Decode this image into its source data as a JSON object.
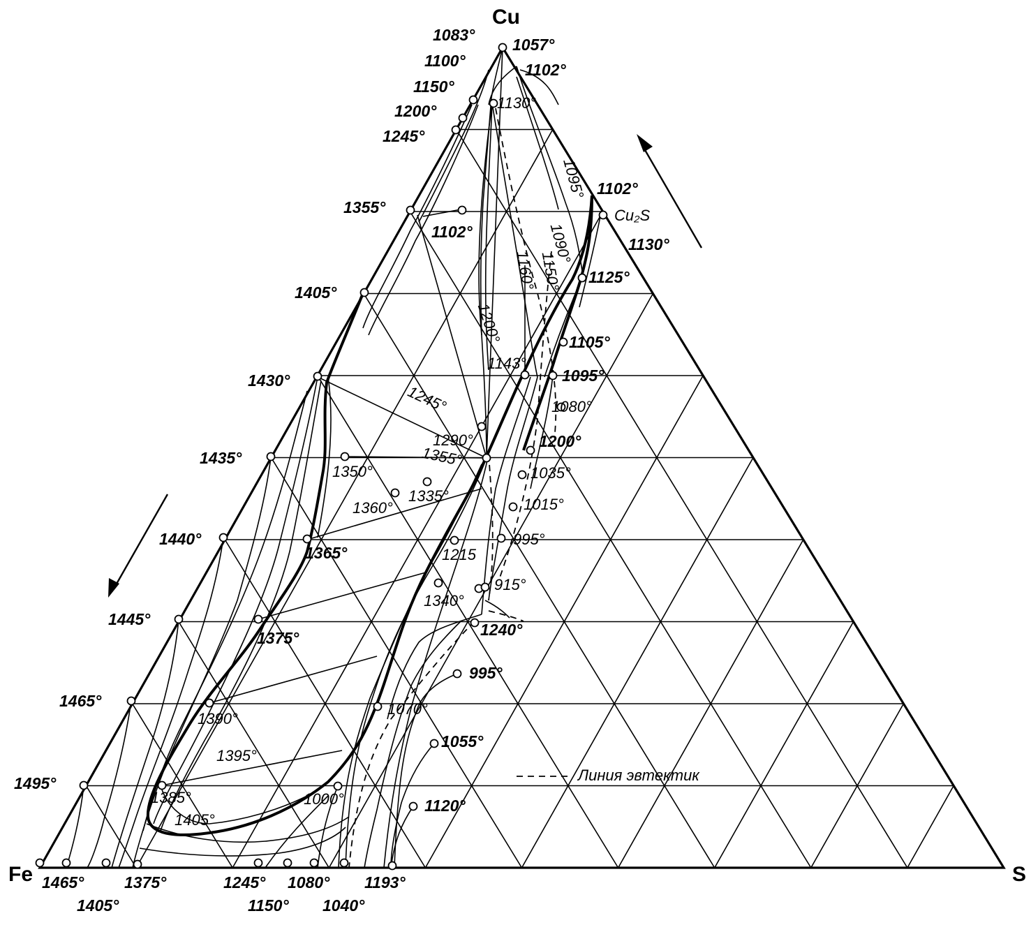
{
  "corners": {
    "top": "Cu",
    "left": "Fe",
    "right": "S"
  },
  "compound_label": "Cu₂S",
  "legend_text": "Линия эвтектик",
  "left_edge_temps": [
    "1083°",
    "1100°",
    "1150°",
    "1200°",
    "1245°",
    "1355°",
    "1405°",
    "1430°",
    "1435°",
    "1440°",
    "1445°",
    "1465°",
    "1495°"
  ],
  "bottom_edge_temps": [
    "1465°",
    "1405°",
    "1375°",
    "1245°",
    "1150°",
    "1080°",
    "1040°",
    "1193°"
  ],
  "top_right_temps": [
    "1057°",
    "1102°",
    "1130°",
    "1102°",
    "1130°"
  ],
  "interior_labels": [
    "1102°",
    "1095°",
    "1090°",
    "1160°",
    "1150°",
    "1200°",
    "1125°",
    "1105°",
    "1143°",
    "1095°",
    "1080°",
    "1245°",
    "1290°",
    "1200°",
    "1355°",
    "1350°",
    "1035°",
    "1360°",
    "1335°",
    "1015°",
    "995°",
    "1365°",
    "1215",
    "915°",
    "1340°",
    "1240°",
    "1375°",
    "995°",
    "1070°",
    "1390°",
    "1055°",
    "1395°",
    "1385°",
    "1000°",
    "1120°",
    "1405°"
  ]
}
